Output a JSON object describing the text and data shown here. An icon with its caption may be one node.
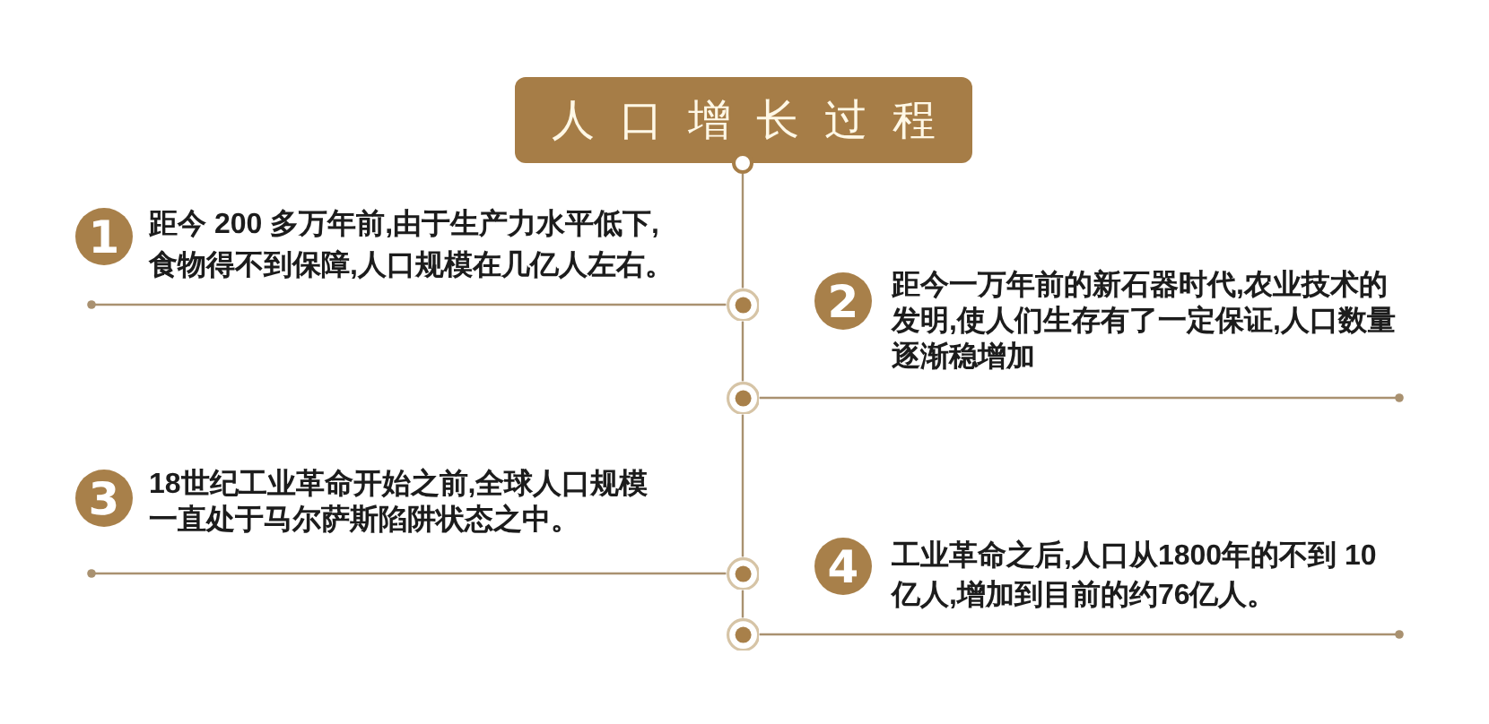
{
  "diagram": {
    "nodes": [
      {
        "text": [
          "人口增长过程"
        ]
      },
      {
        "text": [],
        "shape": "circle"
      },
      {
        "text": [
          "1"
        ],
        "beside": [
          "距今 200 多万年前,由于生产力水平低下,食物得不到保障,人口规模在几亿人左右。"
        ]
      },
      {
        "text": [],
        "shape": "circle"
      },
      {
        "text": [
          "2"
        ],
        "beside": [
          "距今一万年前的新石器时代,农业技术的发明,使人们生存有了一定保证,人口数量逐渐稳增加"
        ]
      },
      {
        "text": [],
        "shape": "circle"
      },
      {
        "text": [
          "3"
        ],
        "beside": [
          "18世纪工业革命开始之前,全球人口规模一直处于马尔萨斯陷阱状态之中。"
        ]
      },
      {
        "text": [],
        "shape": "circle"
      },
      {
        "text": [
          "4"
        ],
        "beside": [
          "工业革命之后,人口从1800年的不到 10亿人,增加到目前的约76亿人。"
        ]
      },
      {
        "text": [],
        "shape": "circle"
      }
    ],
    "edges": [
      {
        "from": 1,
        "to": 3,
        "arrow": "none"
      },
      {
        "from": 3,
        "to": 5,
        "arrow": "none"
      },
      {
        "from": 5,
        "to": 7,
        "arrow": "none"
      },
      {
        "from": 7,
        "to": 9,
        "arrow": "none"
      },
      {
        "from": 3,
        "to": 2,
        "arrow": "other"
      },
      {
        "from": 5,
        "to": 4,
        "arrow": "other"
      },
      {
        "from": 7,
        "to": 6,
        "arrow": "other"
      },
      {
        "from": 9,
        "to": 8,
        "arrow": "other"
      }
    ]
  }
}
